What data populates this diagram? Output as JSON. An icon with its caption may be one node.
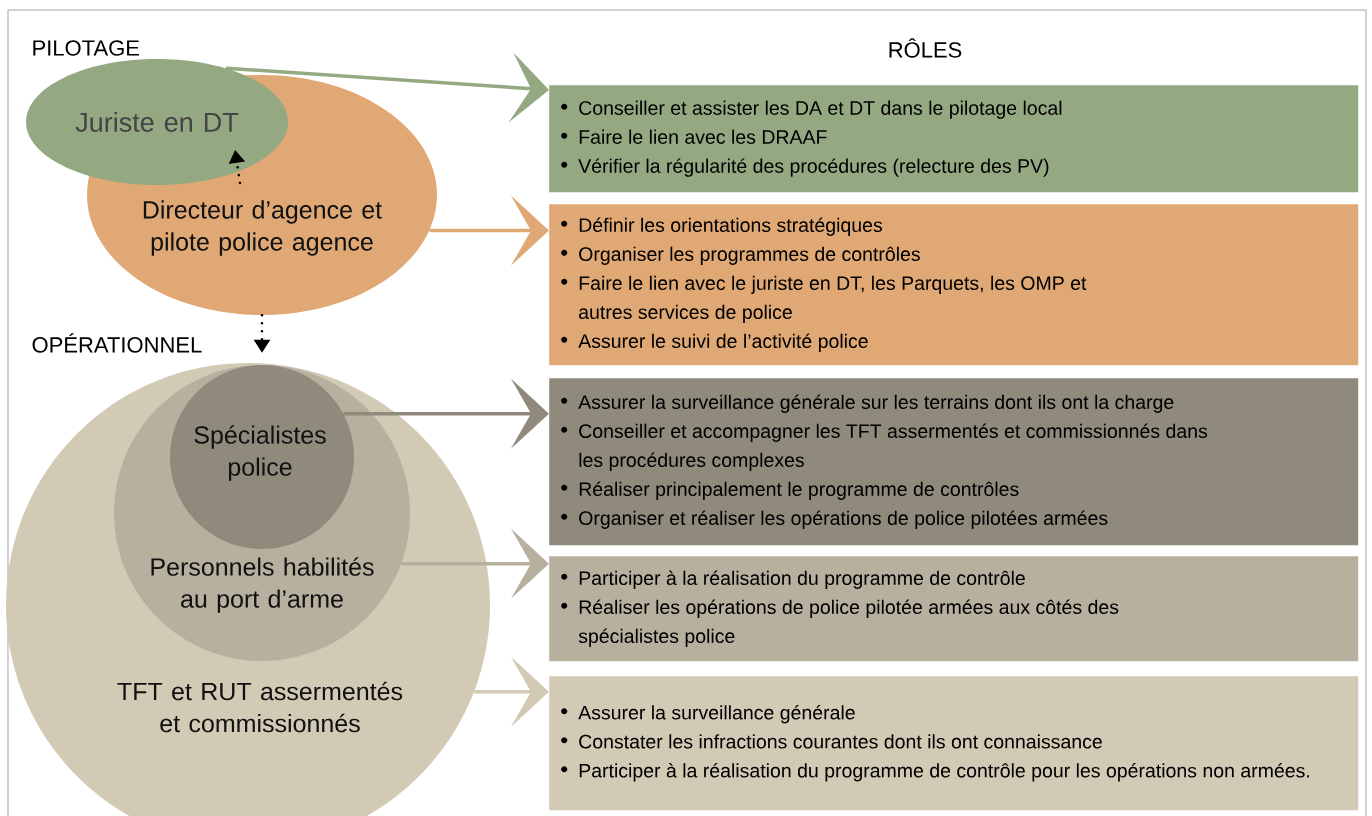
{
  "diagram": {
    "nodes": [
      {
        "text": [
          "Juriste en DT"
        ]
      },
      {
        "text": [
          "Directeur d’agence et pilote police agence"
        ]
      },
      {
        "text": [
          "TFT et RUT assermentés et commissionnés"
        ]
      },
      {
        "text": [
          "Personnels habilités au port d’arme"
        ],
        "in": 2
      },
      {
        "text": [
          "Spécialistes police"
        ],
        "in": 3
      },
      {
        "text": [
          "Conseiller et assister les DA et DT dans le pilotage local",
          "Faire le lien avec les DRAAF",
          "Vérifier la régularité des procédures (relecture des PV)"
        ]
      },
      {
        "text": [
          "Définir les orientations stratégiques",
          "Organiser les programmes de contrôles",
          "Faire le lien avec le juriste en DT, les Parquets, les OMP et autres services de police",
          "Assurer le suivi de l’activité police"
        ]
      },
      {
        "text": [
          "Assurer la surveillance générale sur les terrains dont ils ont la charge",
          "Conseiller et accompagner les TFT assermentés et commissionnés dans les procédures complexes",
          "Réaliser principalement le programme de contrôles",
          "Organiser et réaliser les opérations de police pilotées armées"
        ]
      },
      {
        "text": [
          "Participer à la réalisation du programme de contrôle",
          "Réaliser les opérations de police pilotée armées aux côtés des spécialistes police"
        ]
      },
      {
        "text": [
          "Assurer la surveillance générale",
          "Constater les infractions courantes dont ils ont connaissance",
          "Participer à la réalisation du programme de contrôle pour les opérations non armées."
        ]
      }
    ],
    "edges": [
      {
        "from": 0,
        "to": 5,
        "arrow": "to",
        "color": "#94a982"
      },
      {
        "from": 1,
        "to": 6,
        "arrow": "to",
        "color": "#e0a874"
      },
      {
        "from": 4,
        "to": 7,
        "arrow": "to",
        "color": "#8f8a7c"
      },
      {
        "from": 3,
        "to": 8,
        "arrow": "to",
        "color": "#b7b09f"
      },
      {
        "from": 2,
        "to": 9,
        "arrow": "to",
        "color": "#d3cab5"
      },
      {
        "from": 1,
        "to": 0,
        "arrow": "to",
        "style": "dashed",
        "color": "#000000"
      },
      {
        "from": 1,
        "to": 2,
        "arrow": "to",
        "style": "dashed",
        "color": "#000000"
      }
    ],
    "labels": [
      "PILOTAGE",
      "RÔLES",
      "OPÉRATIONNEL"
    ]
  }
}
